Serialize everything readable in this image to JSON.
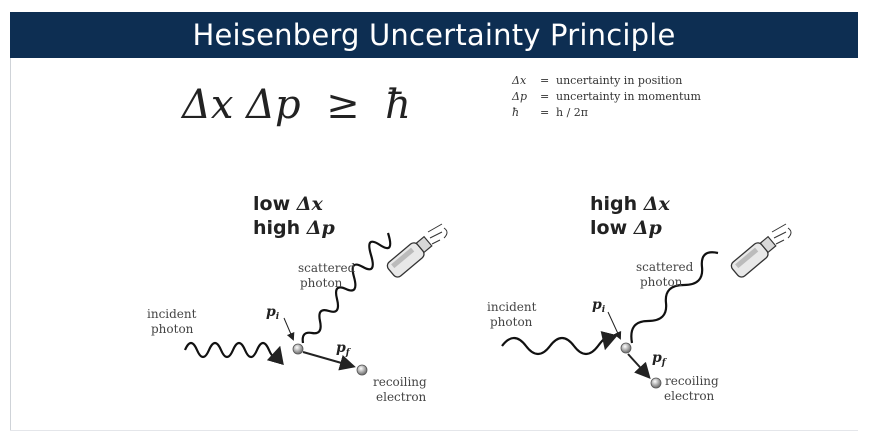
{
  "title": "Heisenberg Uncertainty Principle",
  "formula": {
    "dx": "Δx",
    "dp": "Δp",
    "geq": "≥",
    "hbar": "ħ"
  },
  "legend": [
    {
      "symbol": "Δx",
      "eq": "=",
      "definition": "uncertainty in position"
    },
    {
      "symbol": "Δp",
      "eq": "=",
      "definition": "uncertainty in momentum"
    },
    {
      "symbol": "ħ",
      "eq": "=",
      "definition": "h / 2π"
    }
  ],
  "left_panel": {
    "line1_word": "low",
    "line1_sym": "Δx",
    "line2_word": "high",
    "line2_sym": "Δp",
    "incident_1": "incident",
    "incident_2": "photon",
    "scattered_1": "scattered",
    "scattered_2": "photon",
    "pi_label": "p",
    "pi_sub": "i",
    "pf_label": "p",
    "pf_sub": "f",
    "recoil_1": "recoiling",
    "recoil_2": "electron"
  },
  "right_panel": {
    "line1_word": "high",
    "line1_sym": "Δx",
    "line2_word": "low",
    "line2_sym": "Δp",
    "incident_1": "incident",
    "incident_2": "photon",
    "scattered_1": "scattered",
    "scattered_2": "photon",
    "pi_label": "p",
    "pi_sub": "i",
    "pf_label": "p",
    "pf_sub": "f",
    "recoil_1": "recoiling",
    "recoil_2": "electron"
  }
}
